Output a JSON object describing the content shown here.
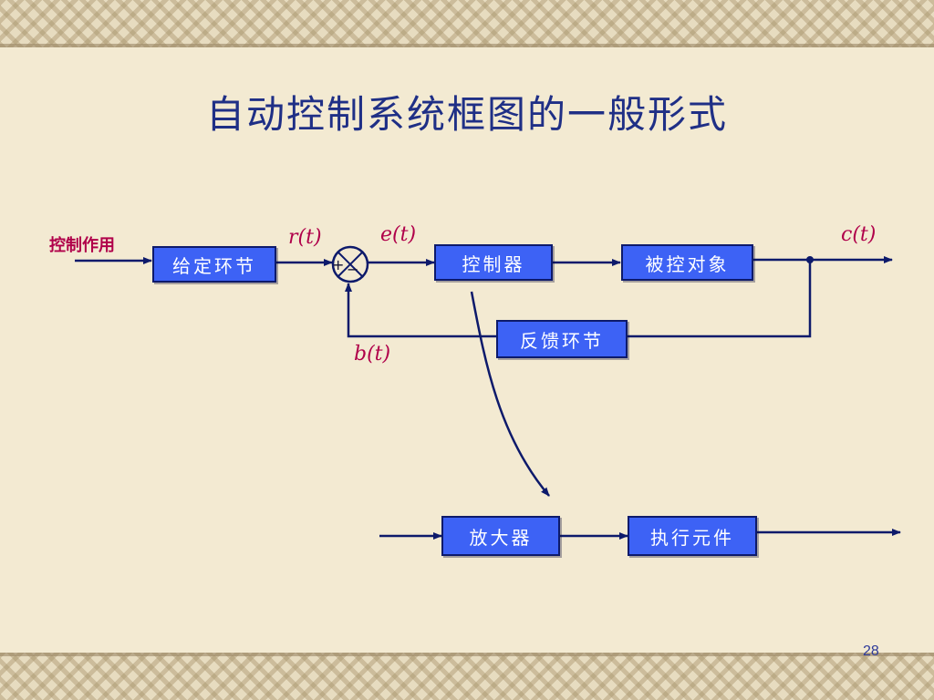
{
  "title": "自动控制系统框图的一般形式",
  "input_label": "控制作用",
  "blocks": {
    "setpoint": "给定环节",
    "controller": "控制器",
    "plant": "被控对象",
    "feedback": "反馈环节",
    "amplifier": "放大器",
    "actuator": "执行元件"
  },
  "signals": {
    "r": "r(t)",
    "e": "e(t)",
    "b": "b(t)",
    "c": "c(t)"
  },
  "summing_junction": {
    "plus": "+",
    "minus": "−"
  },
  "page_number": "28",
  "colors": {
    "block_fill": "#3d62f5",
    "line": "#0d1a6b",
    "signal_label": "#b0004a",
    "title": "#1f2f86"
  }
}
